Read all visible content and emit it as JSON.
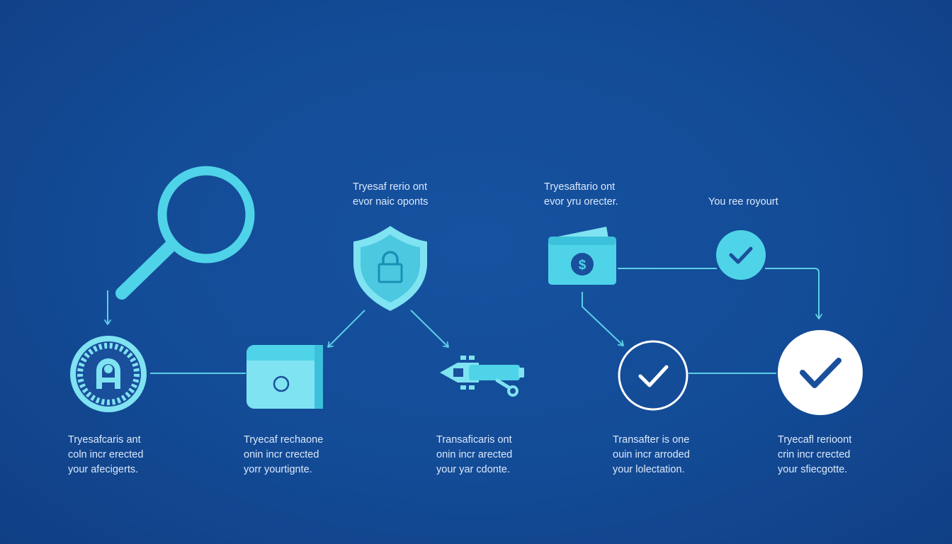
{
  "colors": {
    "background": "#134a95",
    "accent": "#4fd3e8",
    "accent_light": "#7fe3f1",
    "connector": "#5ccfe6",
    "text": "#dce9fb",
    "white": "#ffffff",
    "navy": "#1a4f9c"
  },
  "icons": {
    "magnifier": "magnifier-icon",
    "dial_lock": "dial-lock-icon",
    "card_reader": "card-reader-icon",
    "shield_lock": "shield-lock-icon",
    "transfer_arrow": "transfer-arrow-icon",
    "wallet": "wallet-icon",
    "check_small": "check-circle-icon",
    "check_outline": "check-outline-icon",
    "check_solid": "check-solid-icon"
  },
  "labels": {
    "shield": [
      "Tryesaf rerio ont",
      "evor naic oponts"
    ],
    "wallet": [
      "Tryesaftario ont",
      "evor yru orecter."
    ],
    "check_small": [
      "You ree royourt"
    ]
  },
  "steps": [
    {
      "lines": [
        "Tryesafcaris ant",
        "coln incr erected",
        "your afecigerts."
      ]
    },
    {
      "lines": [
        "Tryecaf rechaone",
        "onin incr crected",
        "yorr yourtignte."
      ]
    },
    {
      "lines": [
        "Transaficaris ont",
        "onin incr arected",
        "your yar cdonte."
      ]
    },
    {
      "lines": [
        "Transafter is one",
        "ouin incr arroded",
        "your lolectation."
      ]
    },
    {
      "lines": [
        "Tryecafl rerioont",
        "crin incr crected",
        "your sfiecgotte."
      ]
    }
  ]
}
